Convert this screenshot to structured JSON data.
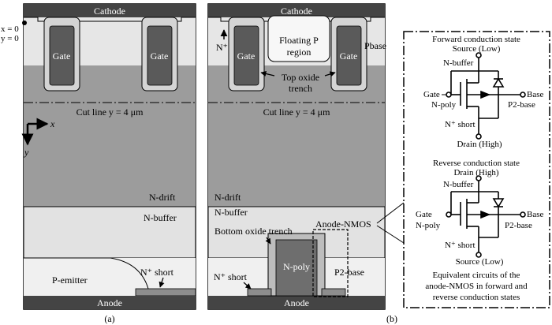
{
  "panel_a": {
    "cathode": "Cathode",
    "anode": "Anode",
    "gate_left": "Gate",
    "gate_right": "Gate",
    "origin_x": "x = 0",
    "origin_y": "y = 0",
    "cut_line": "Cut line y = 4 μm",
    "axis_x": "x",
    "axis_y": "y",
    "n_drift": "N-drift",
    "n_buffer": "N-buffer",
    "p_emitter": "P-emitter",
    "n_short": "N⁺ short",
    "caption": "(a)"
  },
  "panel_b": {
    "cathode": "Cathode",
    "anode": "Anode",
    "gate_left": "Gate",
    "gate_right": "Gate",
    "floating_p_1": "Floating P",
    "floating_p_2": "region",
    "n_plus": "N⁺",
    "pbase": "Pbase",
    "top_oxide_1": "Top oxide",
    "top_oxide_2": "trench",
    "cut_line": "Cut line y = 4 μm",
    "n_drift": "N-drift",
    "n_buffer": "N-buffer",
    "bottom_oxide": "Bottom oxide trench",
    "anode_nmos": "Anode-NMOS",
    "n_poly": "N-poly",
    "n_short": "N⁺ short",
    "p2_base": "P2-base",
    "caption": "(b)"
  },
  "inset": {
    "forward_title": "Forward conduction state",
    "forward_source": "Source (Low)",
    "forward_nbuffer": "N-buffer",
    "forward_gate": "Gate",
    "forward_npoly": "N-poly",
    "forward_base": "Base",
    "forward_p2base": "P2-base",
    "forward_nshort": "N⁺ short",
    "forward_drain": "Drain (High)",
    "reverse_title": "Reverse conduction state",
    "reverse_drain": "Drain (High)",
    "reverse_nbuffer": "N-buffer",
    "reverse_gate": "Gate",
    "reverse_npoly": "N-poly",
    "reverse_base": "Base",
    "reverse_p2base": "P2-base",
    "reverse_nshort": "N⁺ short",
    "reverse_source": "Source (Low)",
    "caption_1": "Equivalent circuits of the",
    "caption_2": "anode-NMOS in forward and",
    "caption_3": "reverse conduction states"
  }
}
